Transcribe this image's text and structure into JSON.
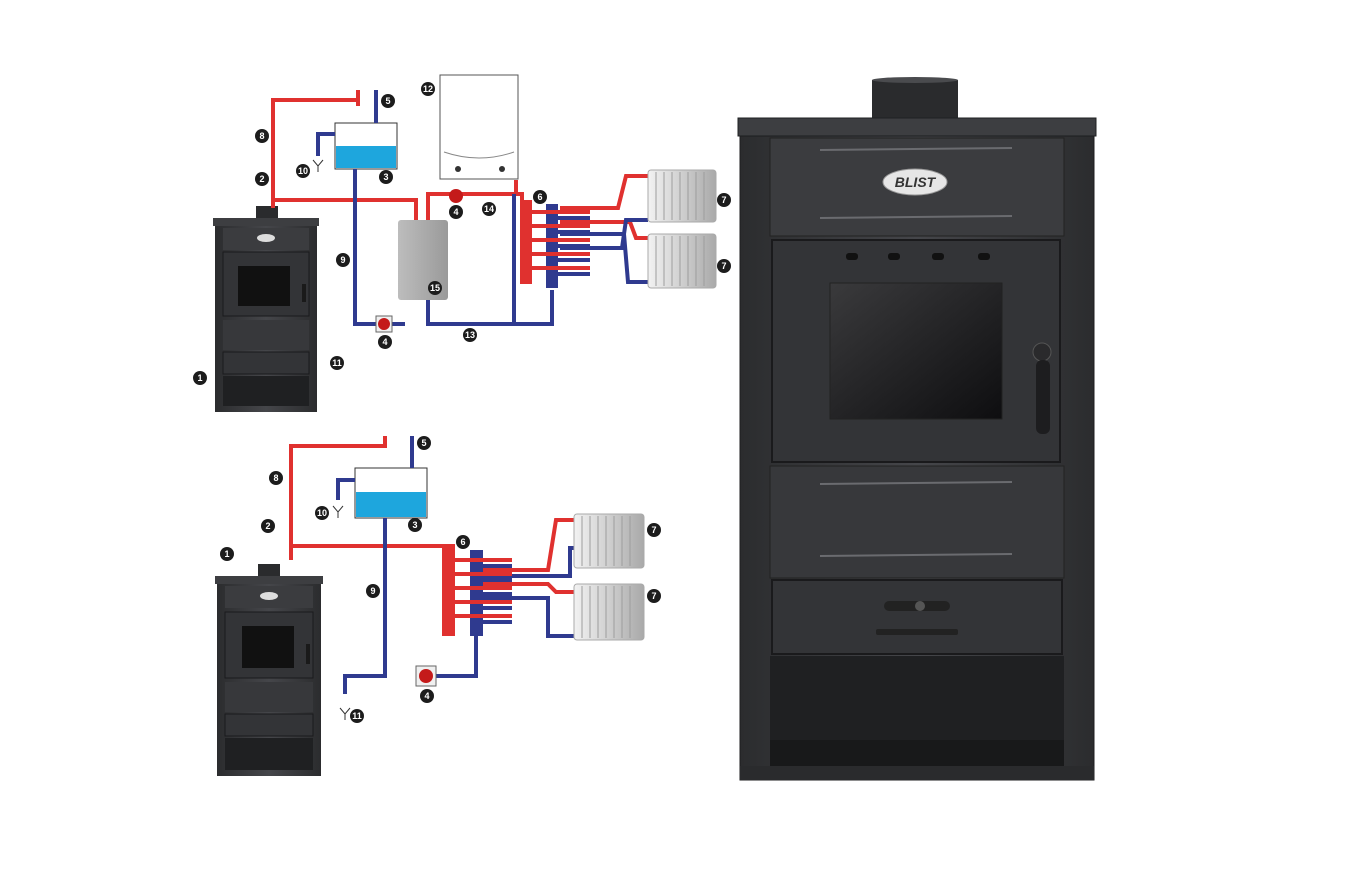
{
  "brand": {
    "logo_text": "BLIST"
  },
  "colors": {
    "hot_pipe": "#e0312f",
    "cold_pipe": "#2f3a8f",
    "water": "#1ea6dd",
    "stove_body": "#3a3b3d",
    "stove_dark": "#262729",
    "radiator": "#d6d6d6",
    "label_bg": "#1c1c1c"
  },
  "diagram_top": {
    "labels": {
      "n1": "1",
      "n2": "2",
      "n3": "3",
      "n4a": "4",
      "n4b": "4",
      "n5": "5",
      "n6": "6",
      "n7a": "7",
      "n7b": "7",
      "n8": "8",
      "n9": "9",
      "n10": "10",
      "n11": "11",
      "n12": "12",
      "n13": "13",
      "n14": "14",
      "n15": "15"
    }
  },
  "diagram_bottom": {
    "labels": {
      "n1": "1",
      "n2": "2",
      "n3": "3",
      "n4": "4",
      "n5": "5",
      "n6": "6",
      "n7a": "7",
      "n7b": "7",
      "n8": "8",
      "n9": "9",
      "n10": "10",
      "n11": "11"
    }
  }
}
